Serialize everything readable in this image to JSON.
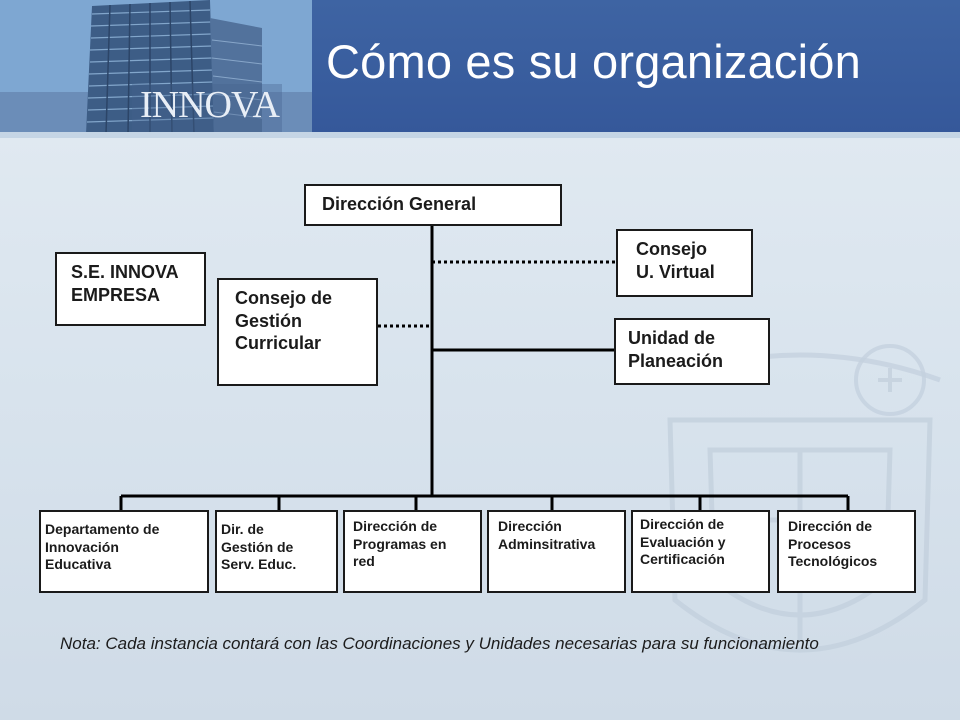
{
  "slide": {
    "title": "Cómo es su organización",
    "logo_text": "INNOVA",
    "note": "Nota: Cada instancia contará con las Coordinaciones y Unidades necesarias para su funcionamiento"
  },
  "diagram": {
    "top": {
      "label": "Dirección General"
    },
    "side_nodes": [
      {
        "line1": "S.E. INNOVA",
        "line2": "EMPRESA",
        "line3": ""
      },
      {
        "line1": "Consejo de",
        "line2": "Gestión",
        "line3": "Curricular"
      },
      {
        "line1": "Consejo",
        "line2": "U. Virtual",
        "line3": ""
      },
      {
        "line1": "Unidad de",
        "line2": "Planeación",
        "line3": ""
      }
    ],
    "children": [
      {
        "line1": "Departamento de",
        "line2": "Innovación",
        "line3": "Educativa"
      },
      {
        "line1": "Dir. de",
        "line2": "Gestión de",
        "line3": "Serv. Educ."
      },
      {
        "line1": "Dirección de",
        "line2": "Programas en",
        "line3": "red"
      },
      {
        "line1": "Dirección",
        "line2": "Adminsitrativa",
        "line3": ""
      },
      {
        "line1": "Dirección de",
        "line2": "Evaluación y",
        "line3": "Certificación"
      },
      {
        "line1": "Dirección de",
        "line2": "Procesos",
        "line3": "Tecnológicos"
      }
    ]
  },
  "colors": {
    "header": "#3b5f9c",
    "box_border": "#1a1a1a",
    "background": "#dce6ef"
  }
}
